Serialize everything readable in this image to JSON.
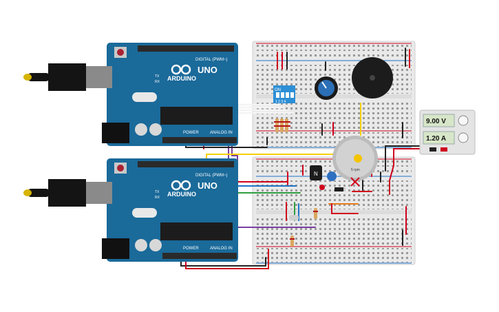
{
  "arduino_top": {
    "brand": "ARDUINO",
    "model": "UNO",
    "digital_label": "DIGITAL (PWM~)",
    "power_label": "POWER",
    "analog_label": "ANALOG IN",
    "tx": "TX",
    "rx": "RX"
  },
  "arduino_bottom": {
    "brand": "ARDUINO",
    "model": "UNO",
    "digital_label": "DIGITAL (PWM~)",
    "power_label": "POWER",
    "analog_label": "ANALOG IN",
    "tx": "TX",
    "rx": "RX"
  },
  "dip_switch": {
    "label": "ON",
    "numbers": "1 2 3 4"
  },
  "motor": {
    "label": "5 rpm"
  },
  "transistor": {
    "label": "N"
  },
  "power_supply": {
    "voltage": "9.00 V",
    "current": "1.20 A"
  },
  "colors": {
    "board_blue": "#1a6a9a",
    "breadboard": "#eeeeee",
    "wire_red": "#d0021b",
    "wire_black": "#222222",
    "wire_white": "#f4f4f4",
    "wire_purple": "#7b3fa0",
    "wire_yellow": "#f5d000",
    "wire_blue": "#1e73c8",
    "wire_green": "#2e9e3e",
    "wire_orange": "#e87b1c"
  }
}
